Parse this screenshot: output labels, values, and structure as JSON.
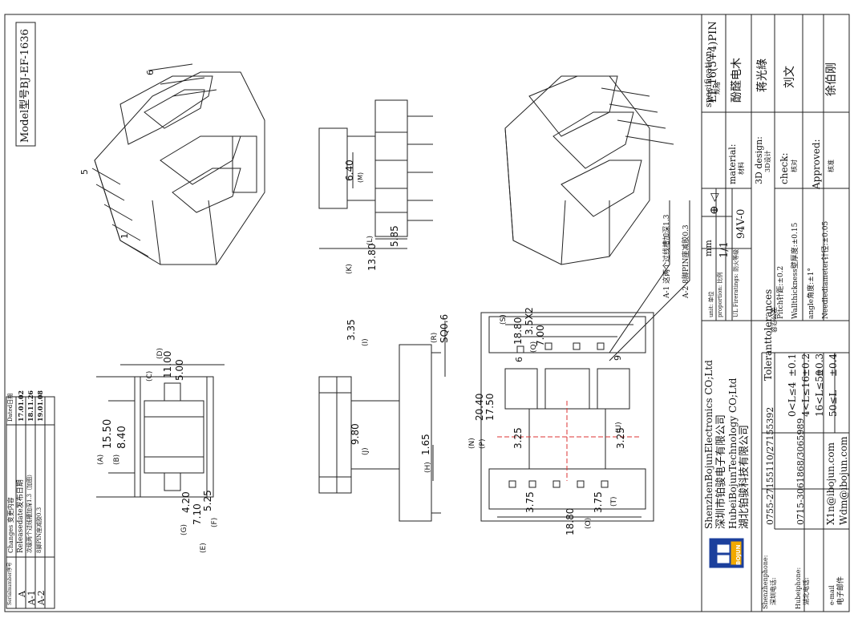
{
  "title_block": {
    "model_label": "Model型号",
    "model_value": "BJ-EF-1636",
    "spec_label": "specification:",
    "spec_cn": "规格",
    "spec_value": "EF-16(5+4)PIN",
    "material_label": "material:",
    "material_cn": "材料",
    "material_value": "酚醛电木",
    "design_label": "3D design:",
    "design_cn": "3D设计",
    "design_value": "蒋光綠",
    "check_label": "check:",
    "check_cn": "核对",
    "check_value": "刘文",
    "approved_label": "Approved:",
    "approved_cn": "核准",
    "approved_value": "徐伯刚",
    "unit_label": "unit:",
    "unit_cn": "单位",
    "unit_value": "mm",
    "proportion_label": "proportion:",
    "proportion_cn": "比例",
    "proportion_value": "1/1",
    "ul_label": "UL Fireratings:",
    "ul_cn": "防火等级",
    "ul_value": "94V-0",
    "tolerances_title": "Toleranttolerances",
    "tolerances_cn": "容忍公差",
    "tolerance_rows": [
      {
        "range": "0<L≤4",
        "tol": "±0.1"
      },
      {
        "range": "4<L≤16",
        "tol": "±0.2"
      },
      {
        "range": "16<L≤50",
        "tol": "±0.3"
      },
      {
        "range": "50≤L",
        "tol": "±0.4"
      }
    ],
    "pitch_note": "Pitch针距:±0.2",
    "wall_note": "Wallthickness壁厚度:±0.15",
    "angle_note": "angle角度:±1°",
    "needle_note": "Needlediameter针径:±0.05"
  },
  "company": {
    "logo_text": "BOJUN",
    "name_en_1": "ShenzhenBojunElectronics CO;Ltd",
    "name_cn_1": "深圳市铂骏电子有限公司",
    "name_en_2": "HubeiBojunTechnology CO;Ltd",
    "name_cn_2": "湖北铂骏科技有限公司",
    "sz_phone_label": "Shenzhenphone:",
    "sz_phone_cn": "深圳电话:",
    "sz_phone": "0755-27155110/27155392",
    "hb_phone_label": "Hubeiphone:",
    "hb_phone_cn": "湖北电话:",
    "hb_phone": "0715-3061868/3065989",
    "email_label": "e-mail",
    "email_cn": "电子邮件",
    "email_1": "X1n@ibojun.com",
    "email_2": "Wdm@ibojun.com"
  },
  "changes": {
    "header_serial": "Serialnumber序号",
    "header_changes": "Changes 变更内容",
    "header_date": "Dated日期",
    "rows": [
      {
        "serial": "A",
        "content": "Releasedate发布日期",
        "date": "17.01.02"
      },
      {
        "serial": "A-1",
        "content": "次级两个过线槽加深1.3（加图）",
        "date": "18.11.26"
      },
      {
        "serial": "A-2",
        "content": "8脚PIN座减胶0.3",
        "date": "19.01.08"
      }
    ]
  },
  "notes": {
    "a1": "A-1 这两个过线槽加深1.3",
    "a2": "A-2 8脚PIN座减胶0.3"
  },
  "pins": {
    "p1": "1",
    "p5": "5",
    "p6": "6",
    "p6b": "6",
    "p9": "9"
  },
  "dims": {
    "d1550": "15.50",
    "dA": "(A)",
    "d840": "8.40",
    "dB": "(B)",
    "d1100": "11.00",
    "dD": "(D)",
    "d500": "5.00",
    "dC": "(C)",
    "d710": "7.10",
    "dE": "(E)",
    "d525": "5.25",
    "dF": "(F)",
    "d420": "4.20",
    "dG": "(G)",
    "d335": "3.35",
    "dI": "(I)",
    "dSQ": "SQ0.6",
    "dR": "(R)",
    "d980": "9.80",
    "dJ": "(J)",
    "d165": "1.65",
    "dH": "(H)",
    "d640": "6.40",
    "dM": "(M)",
    "d585": "5.85",
    "dL": "(L)",
    "d1380": "13.80",
    "dK": "(K)",
    "d1880a": "18.80",
    "dS": "(S)",
    "d35x2": "3.5X2",
    "dQ": "(Q)",
    "d700": "7.00",
    "d2040": "20.40",
    "dN": "(N)",
    "d1750": "17.50",
    "dP": "(P)",
    "d325a": "3.25",
    "d325b": "3.25",
    "dU": "(U)",
    "d375a": "3.75",
    "d375b": "3.75",
    "dT": "(T)",
    "d1880b": "18.80",
    "dO": "(O)"
  }
}
